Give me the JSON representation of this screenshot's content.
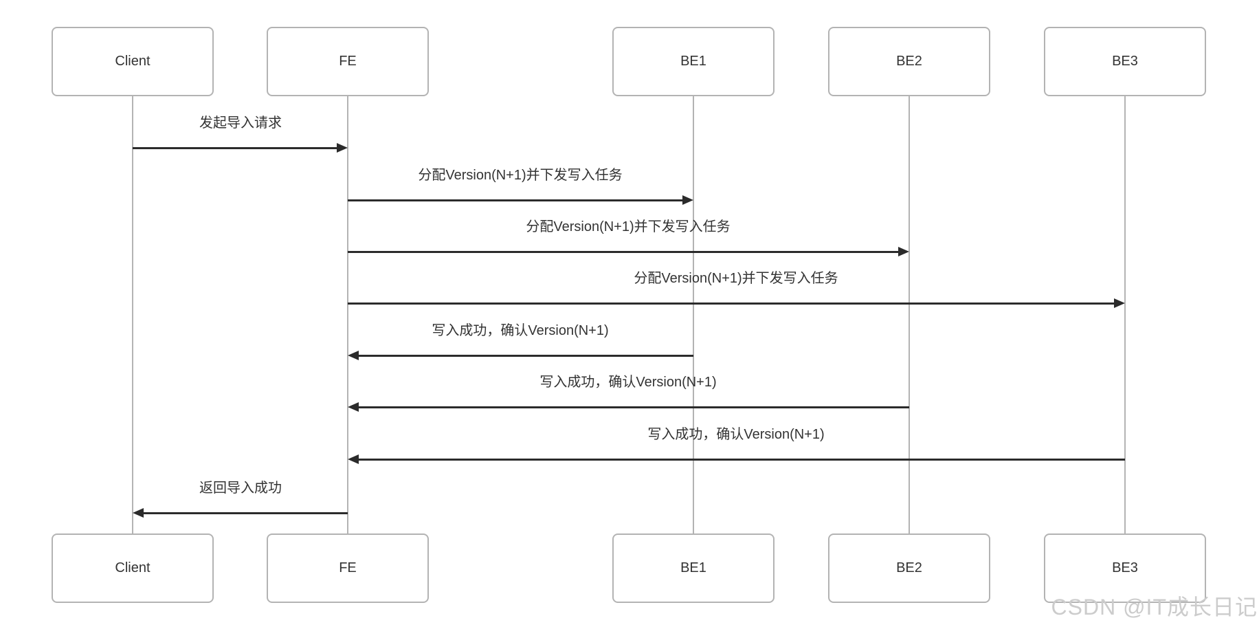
{
  "diagram": {
    "type": "sequence-diagram",
    "background": "#ffffff",
    "colors": {
      "box_border": "#b3b3b3",
      "lifeline": "#b3b3b3",
      "arrow": "#2b2b2b",
      "text": "#333333",
      "watermark": "#cccccc"
    },
    "actors": [
      {
        "id": "client",
        "label": "Client"
      },
      {
        "id": "fe",
        "label": "FE"
      },
      {
        "id": "be1",
        "label": "BE1"
      },
      {
        "id": "be2",
        "label": "BE2"
      },
      {
        "id": "be3",
        "label": "BE3"
      }
    ],
    "messages": [
      {
        "from": "Client",
        "to": "FE",
        "direction": "right",
        "label": "发起导入请求"
      },
      {
        "from": "FE",
        "to": "BE1",
        "direction": "right",
        "label": "分配Version(N+1)并下发写入任务"
      },
      {
        "from": "FE",
        "to": "BE2",
        "direction": "right",
        "label": "分配Version(N+1)并下发写入任务"
      },
      {
        "from": "FE",
        "to": "BE3",
        "direction": "right",
        "label": "分配Version(N+1)并下发写入任务"
      },
      {
        "from": "BE1",
        "to": "FE",
        "direction": "left",
        "label": "写入成功，确认Version(N+1)"
      },
      {
        "from": "BE2",
        "to": "FE",
        "direction": "left",
        "label": "写入成功，确认Version(N+1)"
      },
      {
        "from": "BE3",
        "to": "FE",
        "direction": "left",
        "label": "写入成功，确认Version(N+1)"
      },
      {
        "from": "FE",
        "to": "Client",
        "direction": "left",
        "label": "返回导入成功"
      }
    ],
    "watermark": "CSDN @IT成长日记"
  }
}
